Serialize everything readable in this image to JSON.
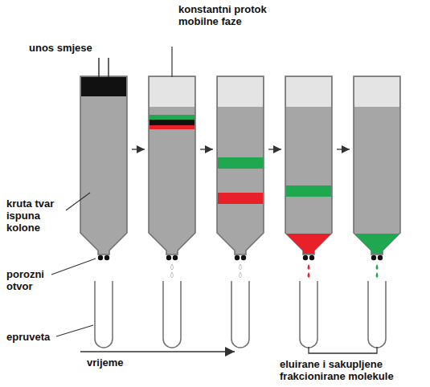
{
  "diagram": {
    "labels": [
      "unos smjese",
      "konstantni protok mobilne faze",
      "kruta tvar ispuna kolone",
      "porozni otvor",
      "epruveta",
      "vrijeme",
      "eluirane i sakupljene frakcionirane molekule"
    ]
  }
}
